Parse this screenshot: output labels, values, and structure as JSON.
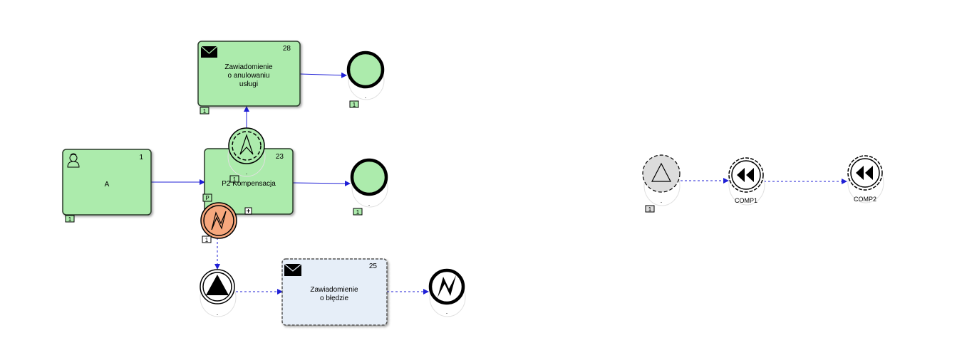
{
  "tasks": {
    "a": {
      "label": "A",
      "number": "1",
      "badge": "1"
    },
    "cancel_notice": {
      "label_lines": [
        "Zawiadomienie",
        "o anulowaniu",
        "usługi"
      ],
      "number": "28",
      "badge": "1"
    },
    "compensation": {
      "label": "P2 Kompensacja",
      "number": "23",
      "badge": "P"
    },
    "error_notice": {
      "label_lines": [
        "Zawiadomienie",
        "o błędzie"
      ],
      "number": "25"
    }
  },
  "events": {
    "end_top_badge": "1",
    "end_mid_badge": "1",
    "escalation_boundary_badge": "1",
    "error_boundary_badge": "1",
    "right_start_badge": "1",
    "comp1_label": "COMP1",
    "comp2_label": "COMP2",
    "dot": "."
  },
  "colors": {
    "task_green": "#acebac",
    "task_blue": "#e6eef8",
    "error_orange": "#f6a77d",
    "event_gray": "#dcdcdc",
    "flow_blue": "#1f1fd6",
    "stroke_dark": "#2a3a2a"
  }
}
